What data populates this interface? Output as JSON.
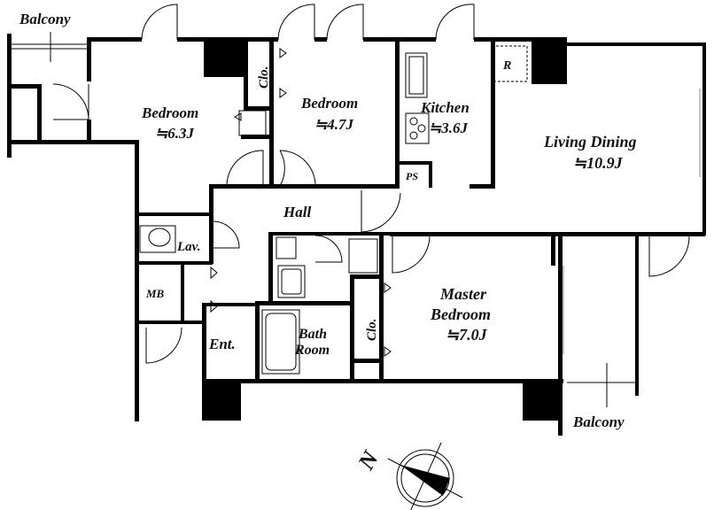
{
  "rooms": {
    "balcony_top": "Balcony",
    "bedroom1": {
      "name": "Bedroom",
      "size": "≒6.3J"
    },
    "closet1": "Clo.",
    "bedroom2": {
      "name": "Bedroom",
      "size": "≒4.7J"
    },
    "kitchen": {
      "name": "Kitchen",
      "size": "≒3.6J"
    },
    "refrigerator": "R",
    "ps": "PS",
    "living": {
      "name": "Living Dining",
      "size": "≒10.9J"
    },
    "hall": "Hall",
    "lavatory": "Lav.",
    "mb": "MB",
    "entrance": "Ent.",
    "bath": {
      "line1": "Bath",
      "line2": "Room"
    },
    "closet2": "Clo.",
    "master": {
      "line1": "Master",
      "line2": "Bedroom",
      "size": "≒7.0J"
    },
    "balcony_bottom": "Balcony"
  },
  "compass": {
    "label": "N"
  }
}
